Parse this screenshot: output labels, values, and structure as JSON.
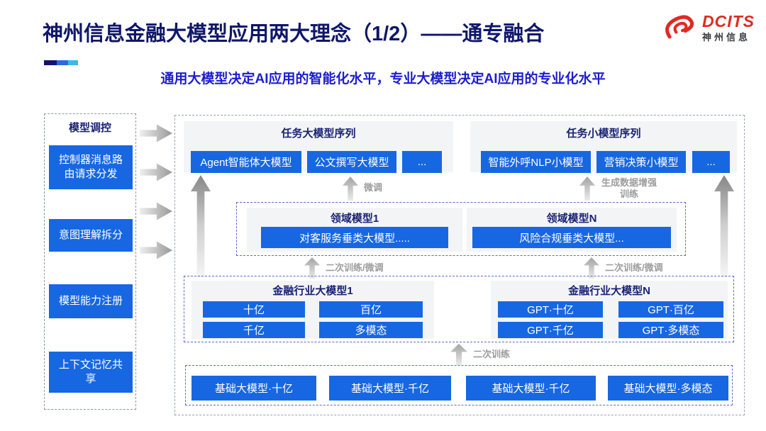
{
  "header": {
    "title": "神州信息金融大模型应用两大理念（1/2）——通专融合",
    "subtitle": "通用大模型决定AI应用的智能化水平，专业大模型决定AI应用的专业化水平",
    "logo": {
      "brand": "DCITS",
      "brand_cn": "神州信息"
    }
  },
  "sidebar": {
    "title": "模型调控",
    "items": [
      {
        "label": "控制器消息路由请求分发"
      },
      {
        "label": "意图理解拆分"
      },
      {
        "label": "模型能力注册"
      },
      {
        "label": "上下文记忆共享"
      }
    ]
  },
  "diagram": {
    "task_large_series": {
      "title": "任务大模型序列",
      "items": [
        "Agent智能体大模型",
        "公文撰写大模型",
        "..."
      ]
    },
    "task_small_series": {
      "title": "任务小模型序列",
      "items": [
        "智能外呼NLP小模型",
        "营销决策小模型",
        "..."
      ]
    },
    "domain_models": {
      "left": {
        "title": "领域模型1",
        "model": "对客服务垂类大模型....."
      },
      "right": {
        "title": "领域模型N",
        "model": "风险合规垂类大模型..."
      }
    },
    "industry_models": {
      "left": {
        "title": "金融行业大模型1",
        "items": [
          "十亿",
          "百亿",
          "千亿",
          "多模态"
        ]
      },
      "right": {
        "title": "金融行业大模型N",
        "items": [
          "GPT·十亿",
          "GPT·百亿",
          "GPT·千亿",
          "GPT·多模态"
        ]
      }
    },
    "base_models": [
      "基础大模型·十亿",
      "基础大模型·千亿",
      "基础大模型·千亿",
      "基础大模型·多模态"
    ],
    "arrow_labels": {
      "finetune": "微调",
      "gen_augment_train": "生成数据增强训练",
      "secondary_left": "二次训练/微调",
      "secondary_right": "二次训练/微调",
      "secondary_train": "二次训练"
    }
  },
  "colors": {
    "primary_blue": "#1767E2",
    "title_navy": "#0E1768",
    "subtitle_blue": "#1D1DD0",
    "brand_red": "#E02A21",
    "label_gray": "#9C9C9C",
    "panel_gray": "#F3F4F6",
    "accent_bar": [
      "#14146E",
      "#2A6BDB",
      "#3FB9E6"
    ]
  }
}
